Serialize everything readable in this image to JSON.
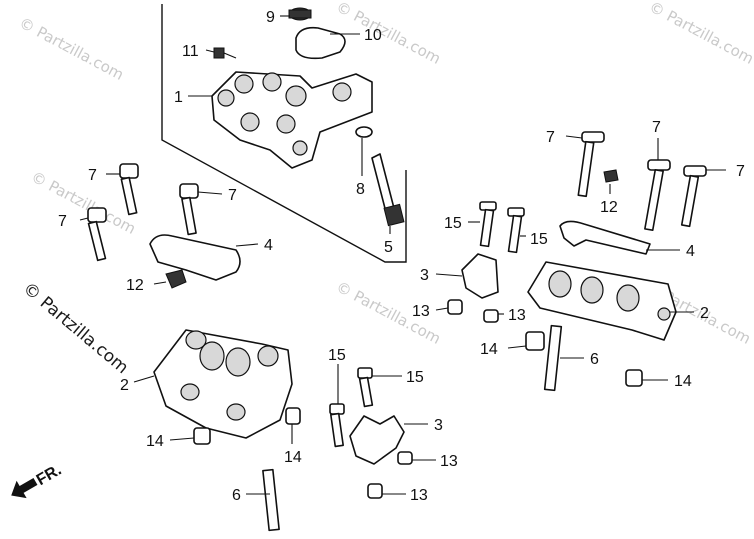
{
  "watermarks": [
    "© Partzilla.com",
    "© Partzilla.com",
    "© Partzilla.com",
    "© Partzilla.com",
    "© Partzilla.com",
    "© Partzilla.com"
  ],
  "side_watermark": "© Partzilla.com",
  "front_arrow": "FR.",
  "callouts": [
    "9",
    "10",
    "11",
    "1",
    "7",
    "7",
    "7",
    "8",
    "5",
    "4",
    "12",
    "7",
    "7",
    "7",
    "12",
    "15",
    "15",
    "4",
    "3",
    "13",
    "13",
    "2",
    "14",
    "6",
    "14",
    "2",
    "15",
    "15",
    "3",
    "14",
    "14",
    "13",
    "13",
    "6"
  ]
}
